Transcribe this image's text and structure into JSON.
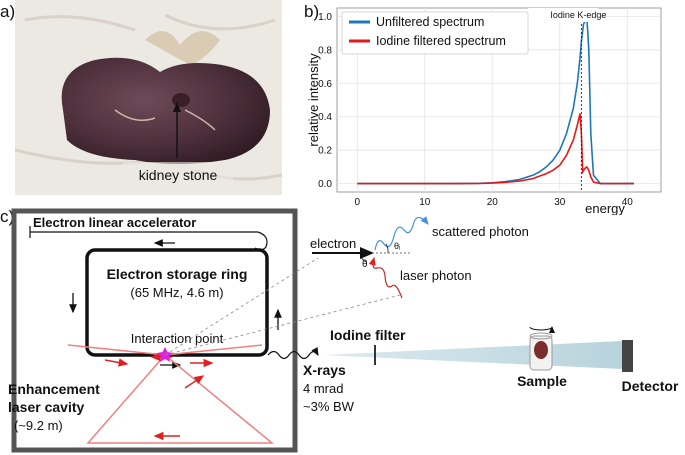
{
  "panels": {
    "a": {
      "label": "a)",
      "annotation": "kidney stone"
    },
    "b": {
      "label": "b)"
    },
    "c": {
      "label": "c)"
    }
  },
  "chart_data": {
    "type": "line",
    "xlabel": "energy",
    "ylabel": "relative intensity",
    "xlim": [
      -3,
      45
    ],
    "ylim": [
      -0.05,
      1.05
    ],
    "xticks": [
      0,
      10,
      20,
      30,
      40
    ],
    "yticks": [
      0.0,
      0.2,
      0.4,
      0.6,
      0.8,
      1.0
    ],
    "grid": true,
    "legend": "top-left",
    "annotations": [
      {
        "text": "Iodine K-edge",
        "x": 33.2
      }
    ],
    "series": [
      {
        "name": "Unfiltered spectrum",
        "color": "#1f77b4",
        "x": [
          0,
          5,
          10,
          15,
          18,
          20,
          22,
          24,
          26,
          27,
          28,
          29,
          30,
          31,
          32,
          32.6,
          33.0,
          33.2,
          33.5,
          34.0,
          34.3,
          34.6,
          35,
          36,
          41
        ],
        "y": [
          0,
          0,
          0,
          0,
          0.002,
          0.005,
          0.012,
          0.025,
          0.05,
          0.07,
          0.1,
          0.14,
          0.2,
          0.3,
          0.45,
          0.6,
          0.75,
          0.85,
          0.95,
          1.0,
          0.8,
          0.3,
          0.05,
          0,
          0
        ]
      },
      {
        "name": "Iodine filtered spectrum",
        "color": "#e31a1c",
        "x": [
          0,
          5,
          10,
          15,
          18,
          20,
          22,
          24,
          26,
          27,
          28,
          29,
          30,
          31,
          32,
          32.6,
          33.0,
          33.2,
          33.4,
          33.7,
          34.0,
          34.3,
          34.6,
          35,
          36,
          41
        ],
        "y": [
          0,
          0,
          0,
          0,
          0.001,
          0.003,
          0.008,
          0.015,
          0.03,
          0.045,
          0.06,
          0.08,
          0.11,
          0.17,
          0.26,
          0.35,
          0.42,
          0.3,
          0.07,
          0.09,
          0.1,
          0.08,
          0.04,
          0.01,
          0,
          0
        ]
      }
    ]
  },
  "diagram": {
    "linac_label": "Electron linear accelerator",
    "ring_title": "Electron storage ring",
    "ring_subtitle": "(65 MHz, 4.6 m)",
    "interaction_label": "Interaction point",
    "cavity_label_1": "Enhancement",
    "cavity_label_2": "laser cavity",
    "cavity_size": "(~9.2 m)",
    "electron_label": "electron",
    "scattered_label": "scattered photon",
    "laser_label": "laser photon",
    "theta_i": "θᵢ",
    "theta": "θ",
    "xrays_label": "X-rays",
    "xrays_div": "4 mrad",
    "xrays_bw": "~3% BW",
    "filter_label": "Iodine filter",
    "sample_label": "Sample",
    "detector_label": "Detector"
  }
}
